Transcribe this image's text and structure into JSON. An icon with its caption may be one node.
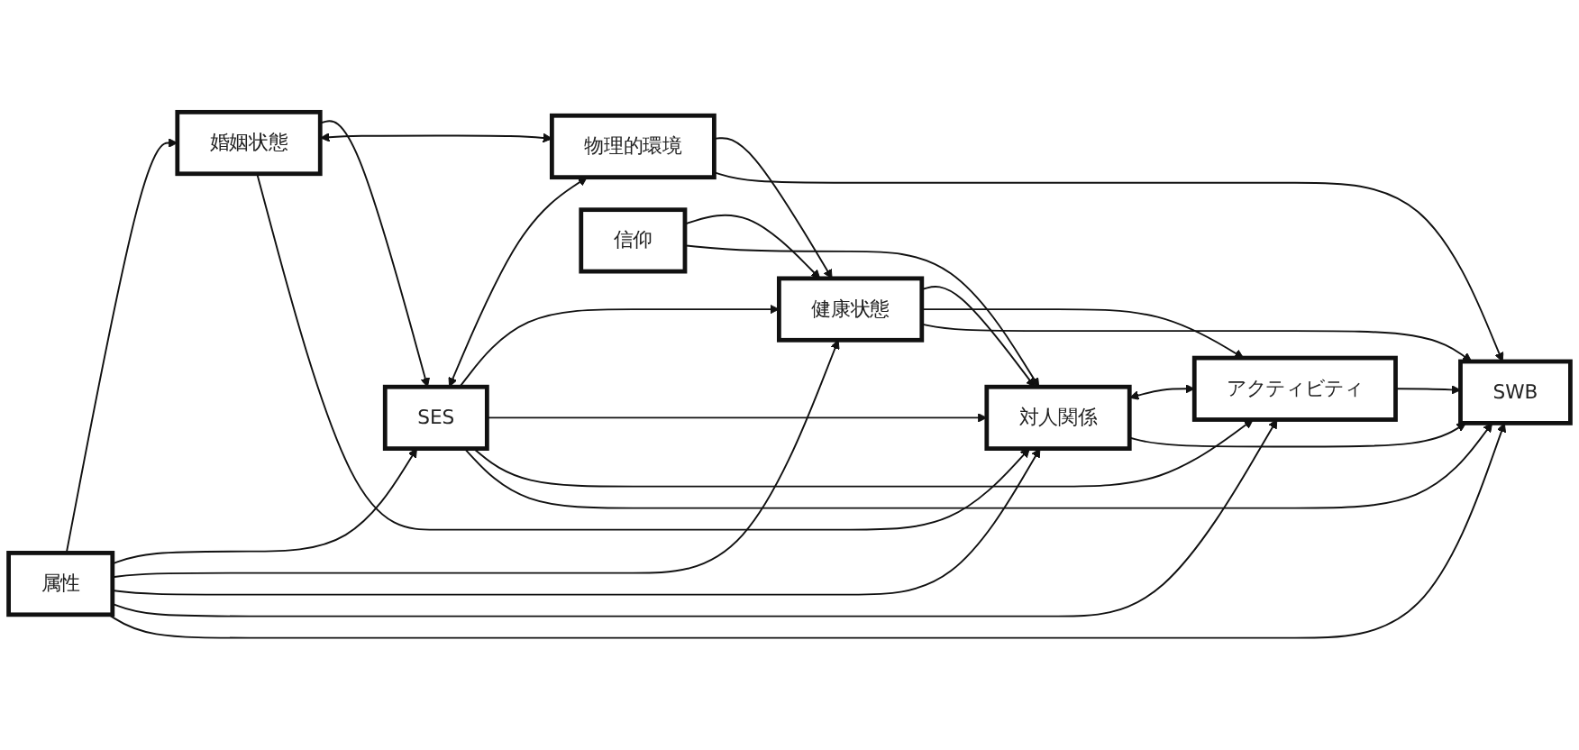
{
  "diagram": {
    "nodes": [
      {
        "text": [
          "属性"
        ]
      },
      {
        "text": [
          "婚姻状態"
        ]
      },
      {
        "text": [
          "SES"
        ]
      },
      {
        "text": [
          "物理的環境"
        ]
      },
      {
        "text": [
          "健康状態"
        ]
      },
      {
        "text": [
          "対人関係"
        ]
      },
      {
        "text": [
          "アクティビティ"
        ]
      },
      {
        "text": [
          "信仰"
        ]
      },
      {
        "text": [
          "SWB"
        ]
      }
    ],
    "edges": [
      {
        "from": 0,
        "to": 1,
        "arrow": "to"
      },
      {
        "from": 0,
        "to": 2,
        "arrow": "to"
      },
      {
        "from": 0,
        "to": 4,
        "arrow": "to"
      },
      {
        "from": 0,
        "to": 5,
        "arrow": "to"
      },
      {
        "from": 0,
        "to": 6,
        "arrow": "to"
      },
      {
        "from": 0,
        "to": 8,
        "arrow": "to"
      },
      {
        "from": 1,
        "to": 2,
        "arrow": "to"
      },
      {
        "from": 1,
        "to": 3,
        "arrow": "both"
      },
      {
        "from": 1,
        "to": 5,
        "arrow": "to"
      },
      {
        "from": 2,
        "to": 3,
        "arrow": "both"
      },
      {
        "from": 2,
        "to": 4,
        "arrow": "to"
      },
      {
        "from": 2,
        "to": 5,
        "arrow": "to"
      },
      {
        "from": 2,
        "to": 6,
        "arrow": "to"
      },
      {
        "from": 2,
        "to": 8,
        "arrow": "to"
      },
      {
        "from": 3,
        "to": 4,
        "arrow": "to"
      },
      {
        "from": 3,
        "to": 8,
        "arrow": "to"
      },
      {
        "from": 4,
        "to": 5,
        "arrow": "to"
      },
      {
        "from": 4,
        "to": 6,
        "arrow": "to"
      },
      {
        "from": 4,
        "to": 8,
        "arrow": "to"
      },
      {
        "from": 5,
        "to": 6,
        "arrow": "both"
      },
      {
        "from": 5,
        "to": 8,
        "arrow": "to"
      },
      {
        "from": 6,
        "to": 8,
        "arrow": "to"
      },
      {
        "from": 7,
        "to": 4,
        "arrow": "to"
      },
      {
        "from": 7,
        "to": 5,
        "arrow": "to"
      }
    ]
  }
}
